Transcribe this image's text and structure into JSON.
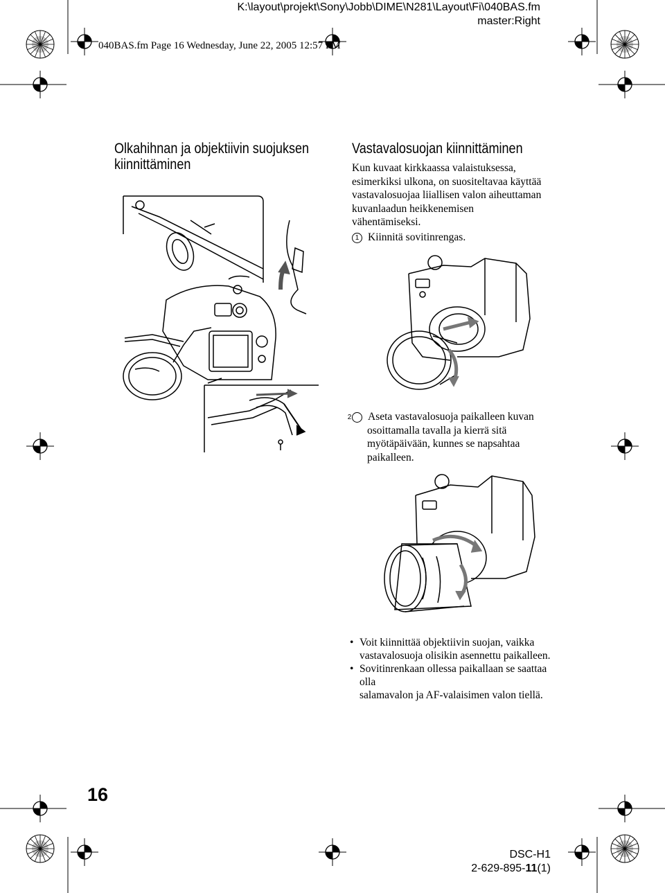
{
  "header": {
    "file_path": "K:\\layout\\projekt\\Sony\\Jobb\\DIME\\N281\\Layout\\Fi\\040BAS.fm",
    "master": "master:Right",
    "page_info": "040BAS.fm  Page 16  Wednesday, June 22, 2005  12:57 PM"
  },
  "left_section": {
    "heading_line1": "Olkahihnan ja objektiivin suojuksen",
    "heading_line2": "kiinnittäminen"
  },
  "right_section": {
    "heading": "Vastavalosuojan kiinnittäminen",
    "intro_lines": [
      "Kun kuvaat kirkkaassa valaistuksessa,",
      "esimerkiksi ulkona, on suositeltavaa käyttää",
      "vastavalosuojaa liiallisen valon aiheuttaman",
      "kuvanlaadun heikkenemisen",
      "vähentämiseksi."
    ],
    "step1": {
      "number": "1",
      "text": "Kiinnitä sovitinrengas."
    },
    "step2": {
      "number": "2",
      "lines": [
        "Aseta vastavalosuoja paikalleen kuvan",
        "osoittamalla tavalla ja kierrä sitä",
        "myötäpäivään, kunnes se napsahtaa",
        "paikalleen."
      ]
    },
    "notes": [
      {
        "bullet": "•",
        "lines": [
          "Voit kiinnittää objektiivin suojan, vaikka",
          "vastavalosuoja olisikin asennettu paikalleen."
        ]
      },
      {
        "bullet": "•",
        "lines": [
          "Sovitinrenkaan ollessa paikallaan se saattaa olla",
          "salamavalon ja AF-valaisimen valon tiellä."
        ]
      }
    ]
  },
  "footer": {
    "page_number": "16",
    "model": "DSC-H1",
    "part_number_prefix": "2-629-895-",
    "part_number_bold": "11",
    "part_number_suffix": "(1)"
  }
}
